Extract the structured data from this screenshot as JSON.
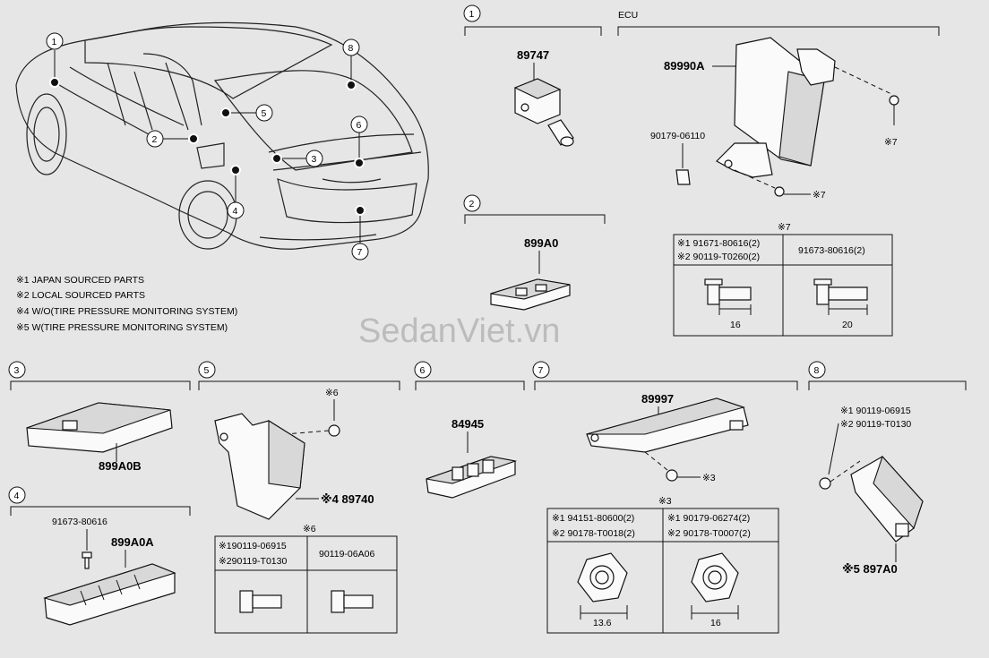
{
  "watermark": "SedanViet.vn",
  "callouts": [
    "1",
    "2",
    "3",
    "4",
    "5",
    "6",
    "7",
    "8"
  ],
  "notes": [
    {
      "mark": "※1",
      "text": "JAPAN SOURCED PARTS"
    },
    {
      "mark": "※2",
      "text": "LOCAL SOURCED PARTS"
    },
    {
      "mark": "※4",
      "text": "W/O(TIRE PRESSURE MONITORING SYSTEM)"
    },
    {
      "mark": "※5",
      "text": "W(TIRE PRESSURE MONITORING SYSTEM)"
    }
  ],
  "section1": {
    "num": "1",
    "part": "89747"
  },
  "ecu": {
    "header": "ECU",
    "part": "89990A",
    "bracket_part": "90179-06110",
    "mark": "※7"
  },
  "section2": {
    "num": "2",
    "part": "899A0"
  },
  "table7": {
    "title": "※7",
    "r1c1": "※1 91671-80616(2)",
    "r2c1": "※2 90119-T0260(2)",
    "c2": "91673-80616(2)",
    "dim1": "16",
    "dim2": "20"
  },
  "section3": {
    "num": "3",
    "part": "899A0B"
  },
  "section4": {
    "num": "4",
    "part": "899A0A",
    "bolt": "91673-80616"
  },
  "section5": {
    "num": "5",
    "mark": "※6",
    "part": "※4 89740"
  },
  "table6": {
    "title": "※6",
    "r1c1": "※190119-06915",
    "r2c1": "※290119-T0130",
    "c2": "90119-06A06"
  },
  "section6": {
    "num": "6",
    "part": "84945"
  },
  "section7": {
    "num": "7",
    "part": "89997",
    "nut": "※3"
  },
  "table3": {
    "title": "※3",
    "r1c1": "※1 94151-80600(2)",
    "r2c1": "※2 90178-T0018(2)",
    "r1c2": "※1 90179-06274(2)",
    "r2c2": "※2 90178-T0007(2)",
    "dim1": "13.6",
    "dim2": "16"
  },
  "section8": {
    "num": "8",
    "bolt1": "※1 90119-06915",
    "bolt2": "※2 90119-T0130",
    "part": "※5 897A0"
  }
}
